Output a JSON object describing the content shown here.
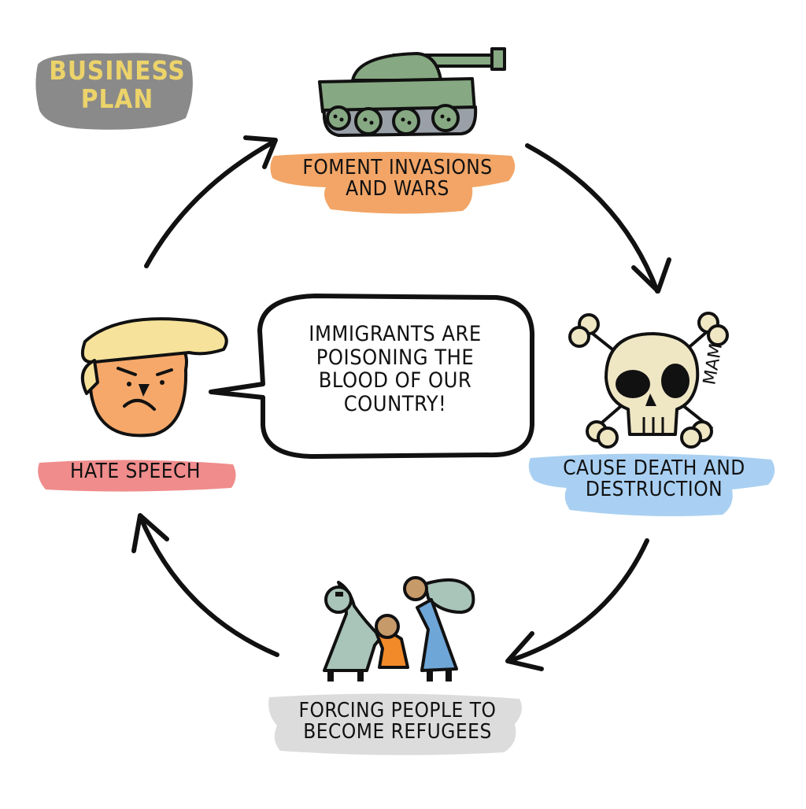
{
  "title": {
    "line1": "BUSINESS",
    "line2": "PLAN"
  },
  "steps": {
    "foment": {
      "line1": "FOMENT INVASIONS",
      "line2": "AND WARS"
    },
    "cause": {
      "line1": "CAUSE DEATH AND",
      "line2": "DESTRUCTION"
    },
    "forcing": {
      "line1": "FORCING PEOPLE TO",
      "line2": "BECOME REFUGEES"
    },
    "hate": {
      "line1": "HATE SPEECH"
    }
  },
  "speech_bubble": {
    "line1": "IMMIGRANTS ARE",
    "line2": "POISONING THE",
    "line3": "BLOOD OF OUR",
    "line4": "COUNTRY!"
  },
  "signature": "MAM",
  "colors": {
    "title_bg": "#8a8a8a",
    "title_text": "#ecd36a",
    "foment_bg": "#f2a566",
    "cause_bg": "#a9d0f2",
    "forcing_bg": "#dcdcdc",
    "hate_bg": "#f08c8c",
    "tank": "#86a882",
    "skull": "#efe6c4"
  },
  "icons": [
    "tank-icon",
    "skull-crossbones-icon",
    "refugee-family-icon",
    "angry-face-icon",
    "cycle-arrow-icon"
  ]
}
